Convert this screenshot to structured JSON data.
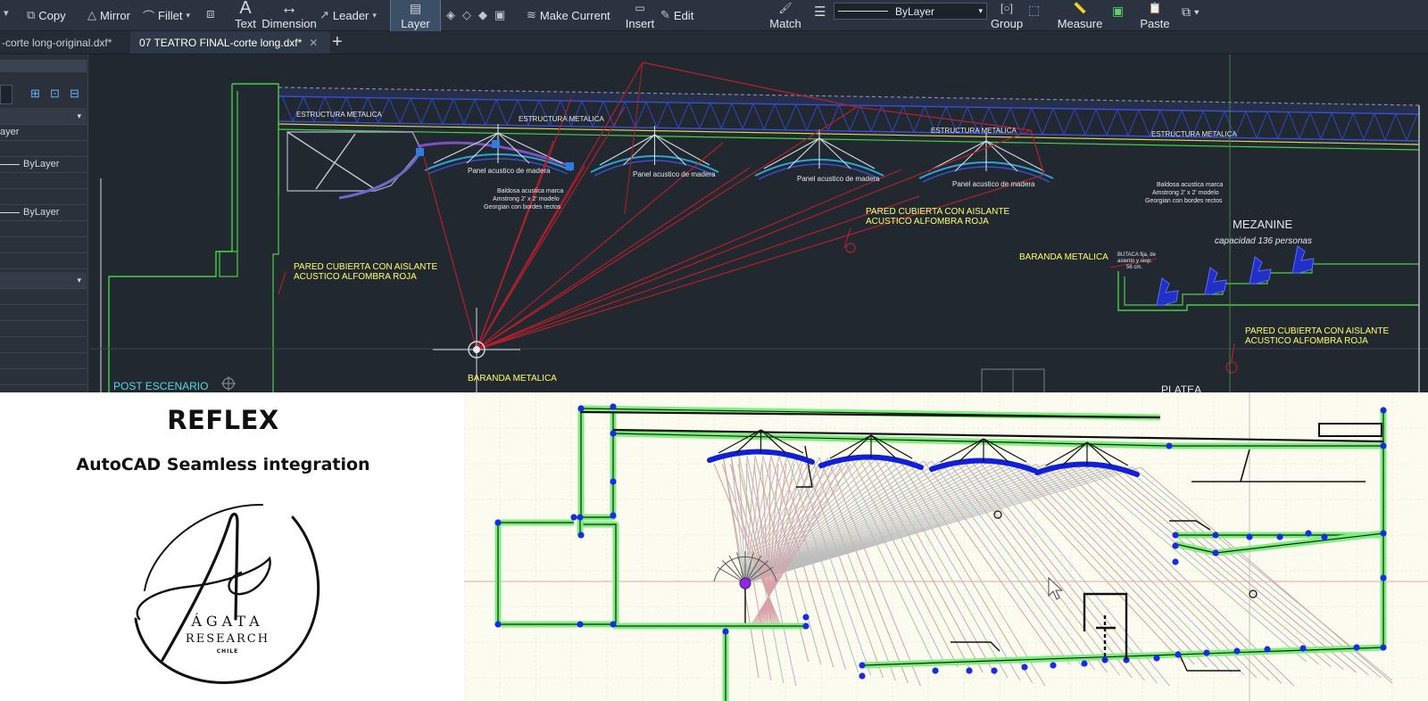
{
  "ribbon": {
    "copy": "Copy",
    "mirror": "Mirror",
    "fillet": "Fillet",
    "leader": "Leader",
    "text": "Text",
    "dimension": "Dimension",
    "layer": "Layer",
    "make_current": "Make Current",
    "insert": "Insert",
    "edit": "Edit",
    "match": "Match",
    "bylayer_combo": "ByLayer",
    "group": "Group",
    "measure": "Measure",
    "paste": "Paste"
  },
  "tabs": [
    {
      "label": "-corte long-original.dxf*"
    },
    {
      "label": "07 TEATRO FINAL-corte long.dxf*"
    }
  ],
  "palette": {
    "row_layer": "ayer",
    "row_bylayer_1": "ByLayer",
    "row_bylayer_2": "ByLayer"
  },
  "drawing": {
    "labels": {
      "estructura": "ESTRUCTURA METALICA",
      "panel": "Panel acustico de madera",
      "baldosa_1": "Baldosa acustica marca",
      "baldosa_2": "Amstrong 2' x 2' modelo",
      "baldosa_3": "Georgian con bordes rectos",
      "pared_1": "PARED CUBIERTA CON AISLANTE",
      "pared_2": "ACUSTICO ALFOMBRA ROJA",
      "mezanine": "MEZANINE",
      "capacidad": "capacidad 136 personas",
      "baranda": "BARANDA METALICA",
      "butaca_1": "BUTACA fija, de",
      "butaca_2": "asiento y resp.",
      "butaca_3": "56 cm.",
      "post_escenario": "POST ESCENARIO",
      "platea": "PLATEA"
    }
  },
  "promo": {
    "title": "REFLEX",
    "subtitle": "AutoCAD Seamless integration",
    "logo_text": "ÁGATA RESEARCH CHILE"
  },
  "colors": {
    "canvas": "#212830",
    "label_yellow": "#ffff66",
    "ray_red": "#b3202a",
    "ceiling_blue": "#3b4fd0",
    "wall_green": "#46d146",
    "sim_wall_green": "#7cf07c",
    "sim_panel_blue": "#1020d8"
  },
  "icons": [
    "copy-icon",
    "mirror-icon",
    "fillet-icon",
    "leader-icon",
    "text-icon",
    "dimension-icon",
    "layer-icon",
    "make-current-icon",
    "insert-icon",
    "edit-icon",
    "match-icon",
    "group-icon",
    "measure-icon",
    "paste-icon",
    "close-icon",
    "plus-icon",
    "cursor-icon"
  ]
}
